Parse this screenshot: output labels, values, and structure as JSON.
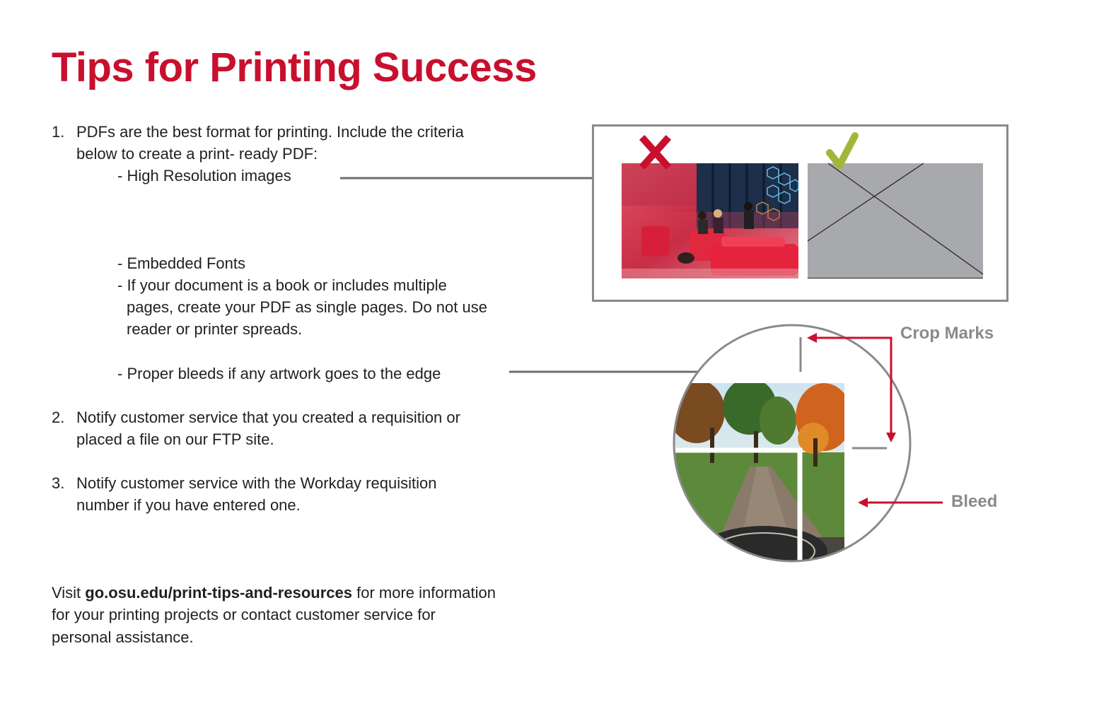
{
  "title": "Tips for Printing Success",
  "list": [
    {
      "number": "1.",
      "lines": [
        "PDFs are the best format for printing. Include the criteria",
        "below to create a print- ready PDF:"
      ],
      "bullets": {
        "high_res": "- High Resolution images",
        "fonts": "- Embedded Fonts",
        "pages": [
          "- If your document is a book or includes multiple",
          "pages, create your PDF as single pages. Do not use",
          "reader or printer spreads."
        ],
        "bleeds": "- Proper bleeds if any artwork goes to the edge"
      }
    },
    {
      "number": "2.",
      "lines": [
        "Notify customer service that you created a requisition or",
        "placed a file on our FTP site."
      ]
    },
    {
      "number": "3.",
      "lines": [
        "Notify customer service with the Workday requisition",
        "number if you have entered one."
      ]
    }
  ],
  "footer": {
    "prefix": "Visit ",
    "link": "go.osu.edu/print-tips-and-resources",
    "suffix": " for more information",
    "line2": "for your printing projects or contact customer service for",
    "line3": "personal assistance."
  },
  "labels": {
    "crop_marks": "Crop Marks",
    "bleed": "Bleed"
  },
  "colors": {
    "brand_red": "#c8102e",
    "check_green": "#a4b63a",
    "gray": "#8a8a8c"
  }
}
